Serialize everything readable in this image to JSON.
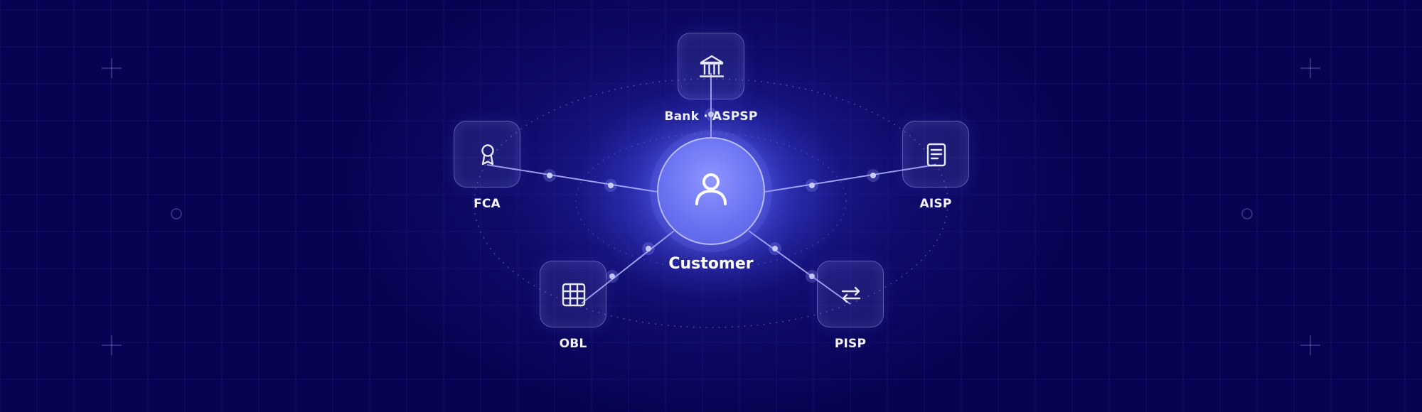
{
  "diagram": {
    "center": {
      "label": "Customer",
      "icon": "user-icon"
    },
    "nodes": [
      {
        "id": "bank",
        "label": "Bank · ASPSP",
        "icon": "bank-icon"
      },
      {
        "id": "fca",
        "label": "FCA",
        "icon": "award-ribbon-icon"
      },
      {
        "id": "aisp",
        "label": "AISP",
        "icon": "document-icon"
      },
      {
        "id": "obl",
        "label": "OBL",
        "icon": "grid-table-icon"
      },
      {
        "id": "pisp",
        "label": "PISP",
        "icon": "transfer-arrows-icon"
      }
    ],
    "colors": {
      "background": "#070352",
      "accent": "#7b82ff",
      "line": "#a3a9ff",
      "text": "#f2f3ff"
    }
  }
}
